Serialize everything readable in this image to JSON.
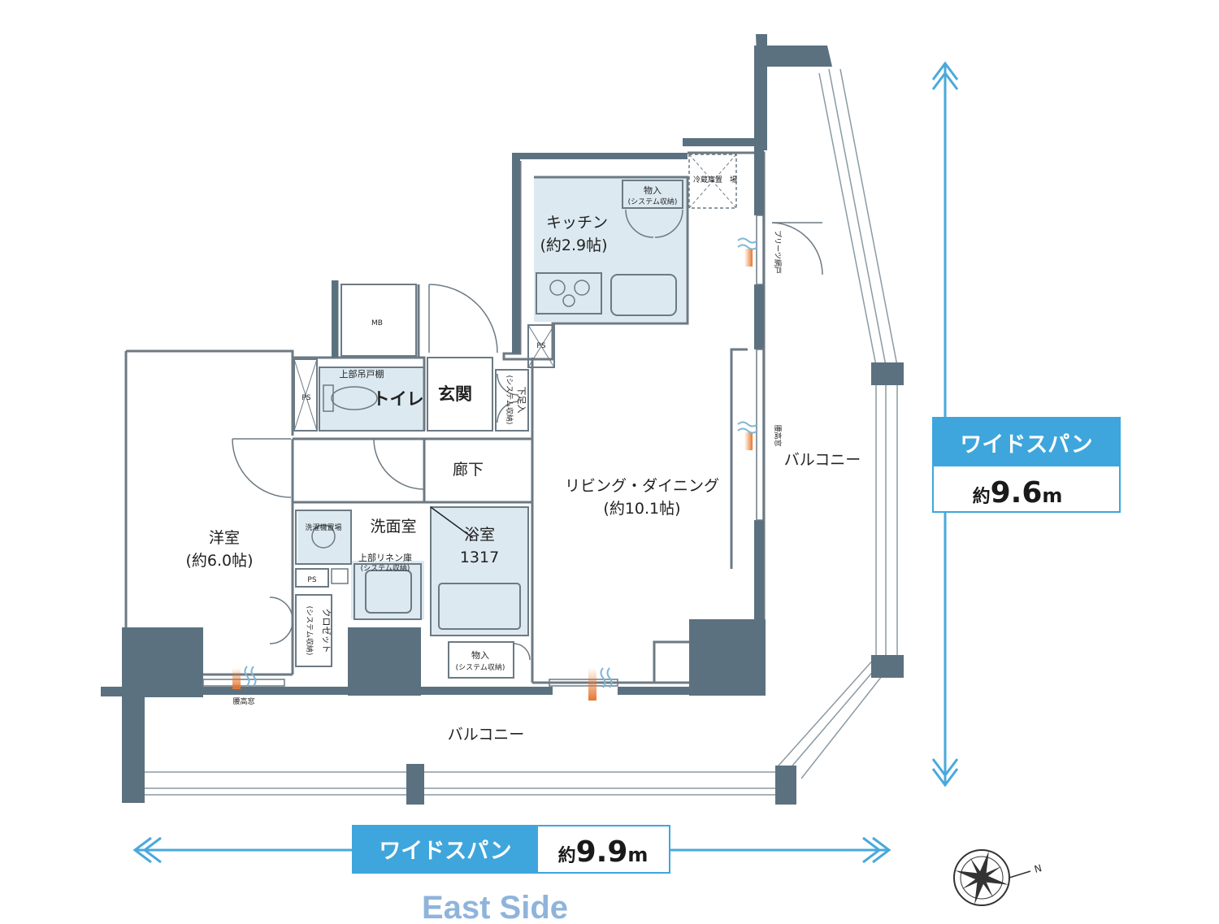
{
  "colors": {
    "wall": "#5b7180",
    "wet_area": "#dce9f1",
    "arrow": "#4aa9dc",
    "span_box": "#3ea6dc",
    "east_side": "#8fb4dc",
    "air_warm": "#e8762d",
    "air_cool": "#7db6d6"
  },
  "rooms": {
    "kitchen": "キッチン",
    "kitchen_size": "(約2.9帖)",
    "storage_kitchen": "物入",
    "storage_kitchen_sub": "(システム収納)",
    "fridge": "冷蔵庫置　場",
    "pleated_screen": "プリーツ網戸",
    "mb": "MB",
    "ps": "PS",
    "ps2": "PS",
    "ps3": "PS",
    "toilet": "トイレ",
    "toilet_shelf": "上部吊戸棚",
    "entrance": "玄関",
    "shoe_storage": "下足入",
    "shoe_storage_sub": "(システム収納)",
    "hallway": "廊下",
    "living": "リビング・ダイニング",
    "living_size": "(約10.1帖)",
    "waist_window_east": "腰高窓",
    "balcony_east": "バルコニー",
    "western_room": "洋室",
    "western_size": "(約6.0帖)",
    "washroom": "洗面室",
    "laundry": "洗濯機置場",
    "linen": "上部リネン庫",
    "linen_sub": "(システム収納)",
    "bathroom": "浴室",
    "bath_size": "1317",
    "closet": "クロゼット",
    "closet_sub": "(システム収納)",
    "storage_bottom": "物入",
    "storage_bottom_sub": "(システム収納)",
    "waist_window_south": "腰高窓",
    "balcony_south": "バルコニー"
  },
  "spans": {
    "vertical": {
      "label": "ワイドスパン",
      "prefix": "約",
      "value": "9.6",
      "unit": "m"
    },
    "horizontal": {
      "label": "ワイドスパン",
      "prefix": "約",
      "value": "9.9",
      "unit": "m"
    }
  },
  "side_label": "East Side",
  "compass": {
    "north": "N",
    "icon": "compass-rose-icon"
  }
}
